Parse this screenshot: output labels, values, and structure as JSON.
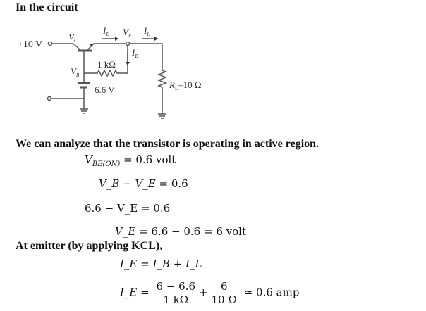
{
  "intro": "In the circuit",
  "circuit": {
    "supply": "+10 V",
    "vc": "V",
    "vc_sub": "C",
    "ie": "I",
    "ie_sub": "E",
    "ve": "V",
    "ve_sub": "E",
    "il": "I",
    "il_sub": "L",
    "ib": "I",
    "ib_sub": "B",
    "vb": "V",
    "vb_sub": "B",
    "r1": "1 kΩ",
    "battery": "6.6 V",
    "rl": "R",
    "rl_sub": "L",
    "rl_val": "=10 Ω"
  },
  "analysis": "We can analyze that the transistor is operating in active region.",
  "eq1": {
    "lhs": "V",
    "sub": "BE(ON)",
    "rhs": "= 0.6 volt"
  },
  "eq2": {
    "lhs": "V_B − V_E",
    "rhs": "= 0.6"
  },
  "eq3": {
    "lhs": "6.6 − V_E",
    "rhs": "= 0.6"
  },
  "eq4": {
    "lhs": "V_E",
    "rhs": "= 6.6 − 0.6 = 6 volt"
  },
  "kcl": "At emitter (by applying KCL),",
  "eq5": {
    "lhs": "I_E",
    "rhs": "= I_B + I_L"
  },
  "eq6": {
    "lhs": "I_E",
    "eq": "=",
    "n1": "6 − 6.6",
    "d1": "1 kΩ",
    "plus": "+",
    "n2": "6",
    "d2": "10 Ω",
    "result": "≃ 0.6 amp"
  }
}
